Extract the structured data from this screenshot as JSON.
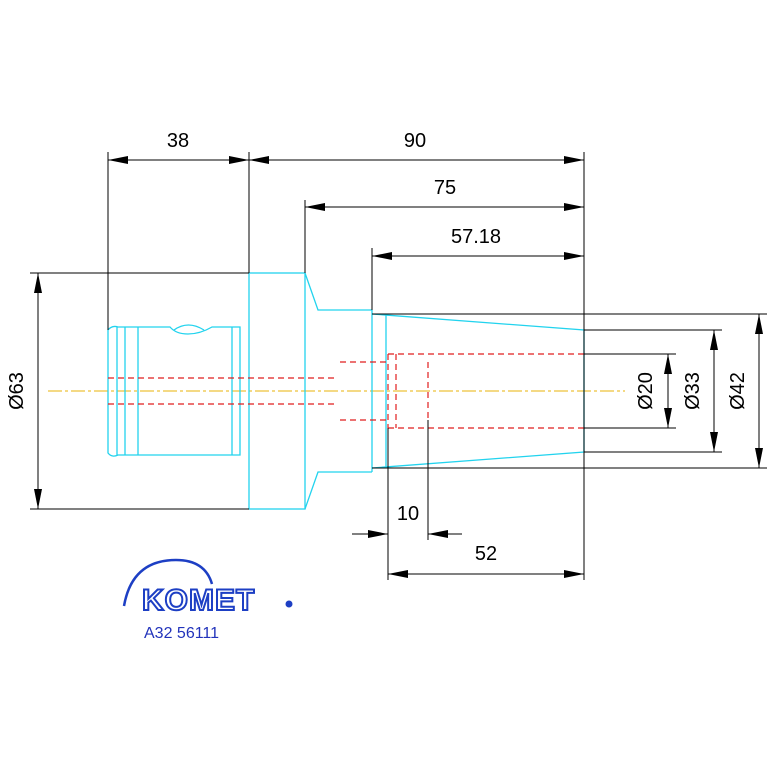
{
  "drawing": {
    "dimensions": {
      "length_38": "38",
      "length_90": "90",
      "length_75": "75",
      "length_57_18": "57.18",
      "length_10": "10",
      "length_52": "52",
      "dia_63": "Ø63",
      "dia_20": "Ø20",
      "dia_33": "Ø33",
      "dia_42": "Ø42"
    },
    "logo": {
      "brand": "KOMET",
      "part_number": "A32 56111"
    },
    "colors": {
      "part_outline": "#22d3ee",
      "hidden_lines": "#e11d1d",
      "center_line": "#eab308",
      "dimension_lines": "#000000",
      "logo": "#1d3fc4"
    }
  }
}
